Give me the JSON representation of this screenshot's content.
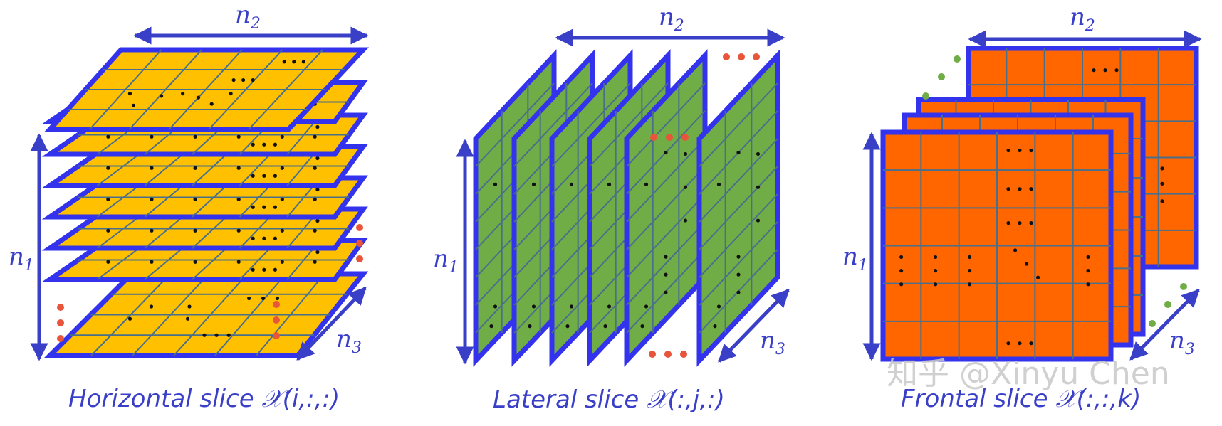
{
  "panels": [
    {
      "id": "horizontal",
      "caption": "Horizontal slice 𝒳(i,:,:)",
      "slice_color": "#ffc000",
      "labels": {
        "n1": "n",
        "n1_sub": "1",
        "n2": "n",
        "n2_sub": "2",
        "n3": "n",
        "n3_sub": "3"
      }
    },
    {
      "id": "lateral",
      "caption": "Lateral slice 𝒳(:,j,:)",
      "slice_color": "#70ad47",
      "labels": {
        "n1": "n",
        "n1_sub": "1",
        "n2": "n",
        "n2_sub": "2",
        "n3": "n",
        "n3_sub": "3"
      }
    },
    {
      "id": "frontal",
      "caption": "Frontal slice 𝒳(:,:,k)",
      "slice_color": "#ff6600",
      "labels": {
        "n1": "n",
        "n1_sub": "1",
        "n2": "n",
        "n2_sub": "2",
        "n3": "n",
        "n3_sub": "3"
      }
    }
  ],
  "colors": {
    "border": "#3333ee",
    "grid": "#4a6f8a",
    "arrow": "#3a3fc8",
    "ellipsis_red": "#e8553a",
    "ellipsis_green": "#70ad47"
  },
  "watermark": "知乎 @Xinyu Chen"
}
